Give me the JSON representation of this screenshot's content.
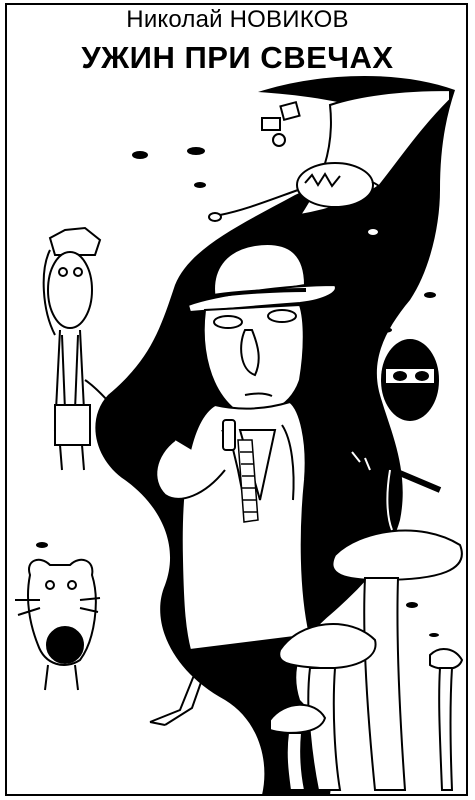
{
  "cover": {
    "author": "Николай НОВИКОВ",
    "title": "УЖИН ПРИ СВЕЧАХ"
  },
  "colors": {
    "ink": "#000000",
    "paper": "#ffffff"
  },
  "illustration": {
    "figures": [
      "man-in-hat-and-trench-coat",
      "man-with-suspenders",
      "masked-bandit-with-rifle",
      "mouse-with-ball",
      "mushrooms",
      "reclining-figure",
      "dice-and-bottle"
    ]
  }
}
